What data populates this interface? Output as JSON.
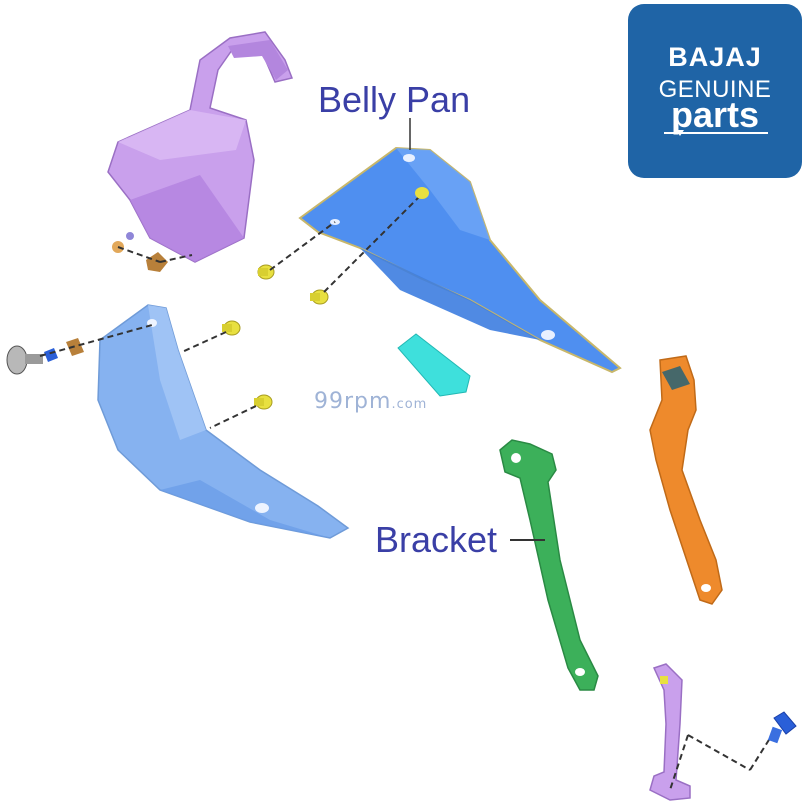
{
  "callouts": {
    "belly_pan": "Belly Pan",
    "bracket": "Bracket"
  },
  "watermark": {
    "main": "99rpm",
    "suffix": ".com"
  },
  "logo": {
    "brand": "BAJAJ",
    "line1": "GENUINE",
    "line2": "parts"
  },
  "colors": {
    "callout_text": "#3a3fa6",
    "logo_bg": "#1f64a6",
    "purple_part": "#c9a0ec",
    "blue_pan": "#4f8ff0",
    "light_blue_pan": "#86b2f0",
    "green_bracket": "#3cb05a",
    "orange_bracket": "#ee8a2c",
    "cyan_piece": "#3ee0dc",
    "bolt_yellow": "#e8e040"
  }
}
